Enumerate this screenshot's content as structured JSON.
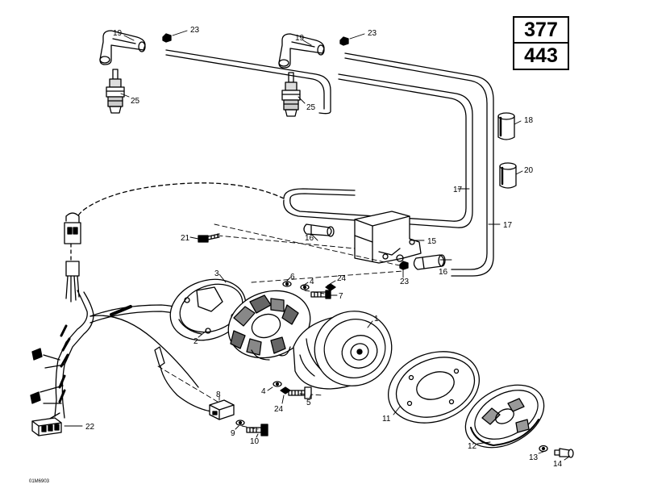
{
  "models": [
    "377",
    "443"
  ],
  "parts": [
    {
      "ref": "1",
      "part": "flywheel"
    },
    {
      "ref": "2",
      "part": "stator-plate"
    },
    {
      "ref": "3",
      "part": "stator-cover"
    },
    {
      "ref": "4",
      "part": "lock-washer"
    },
    {
      "ref": "5",
      "part": "screw"
    },
    {
      "ref": "6",
      "part": "washer"
    },
    {
      "ref": "7",
      "part": "screw"
    },
    {
      "ref": "8",
      "part": "trigger-coil"
    },
    {
      "ref": "9",
      "part": "washer"
    },
    {
      "ref": "10",
      "part": "screw"
    },
    {
      "ref": "11",
      "part": "starting-pulley"
    },
    {
      "ref": "12",
      "part": "starter-cup"
    },
    {
      "ref": "13",
      "part": "washer"
    },
    {
      "ref": "14",
      "part": "screw"
    },
    {
      "ref": "15",
      "part": "ignition-coil"
    },
    {
      "ref": "16",
      "part": "sleeve"
    },
    {
      "ref": "17",
      "part": "high-tension-wire"
    },
    {
      "ref": "18",
      "part": "protector-tube"
    },
    {
      "ref": "19",
      "part": "spark-plug-cap"
    },
    {
      "ref": "20",
      "part": "protector-tube"
    },
    {
      "ref": "21",
      "part": "screw"
    },
    {
      "ref": "22",
      "part": "connector-housing"
    },
    {
      "ref": "23",
      "part": "nut"
    },
    {
      "ref": "24",
      "part": "lock-washer"
    },
    {
      "ref": "25",
      "part": "spark-plug"
    }
  ],
  "callouts": [
    "19",
    "23",
    "25",
    "19",
    "23",
    "25",
    "18",
    "20",
    "17",
    "17",
    "16",
    "15",
    "16",
    "23",
    "21",
    "3",
    "6",
    "4",
    "24",
    "7",
    "1",
    "2",
    "4",
    "5",
    "24",
    "8",
    "9",
    "10",
    "11",
    "12",
    "13",
    "14",
    "22"
  ],
  "drawing_code": "01M6903"
}
